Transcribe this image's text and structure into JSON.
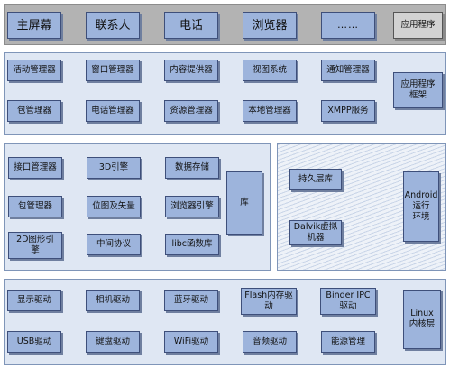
{
  "applications": {
    "items": [
      "主屏幕",
      "联系人",
      "电话",
      "浏览器",
      "……"
    ],
    "label": "应用程序"
  },
  "framework": {
    "rows": [
      [
        "活动管理器",
        "窗口管理器",
        "内容提供器",
        "视图系统",
        "通知管理器"
      ],
      [
        "包管理器",
        "电话管理器",
        "资源管理器",
        "本地管理器",
        "XMPP服务"
      ]
    ],
    "label": "应用程序\n框架"
  },
  "libraries": {
    "rows": [
      [
        "接口管理器",
        "3D引擎",
        "数据存储"
      ],
      [
        "包管理器",
        "位图及矢量",
        "浏览器引擎"
      ],
      [
        "2D图形引\n擎",
        "中间协议",
        "libc函数库"
      ]
    ],
    "label": "库"
  },
  "runtime": {
    "items": [
      "持久层库",
      "Dalvik虚拟\n机器"
    ],
    "label": "Android\n运行\n环境"
  },
  "kernel": {
    "rows": [
      [
        "显示驱动",
        "相机驱动",
        "蓝牙驱动",
        "Flash内存驱\n动",
        "Binder IPC\n驱动"
      ],
      [
        "USB驱动",
        "键盘驱动",
        "WiFi驱动",
        "音频驱动",
        "能源管理"
      ]
    ],
    "label": "Linux\n内核层"
  },
  "colors": {
    "box_fill": "#9db4dc",
    "band_fill": "#dfe7f3",
    "app_band_fill": "#b3b3b3"
  }
}
